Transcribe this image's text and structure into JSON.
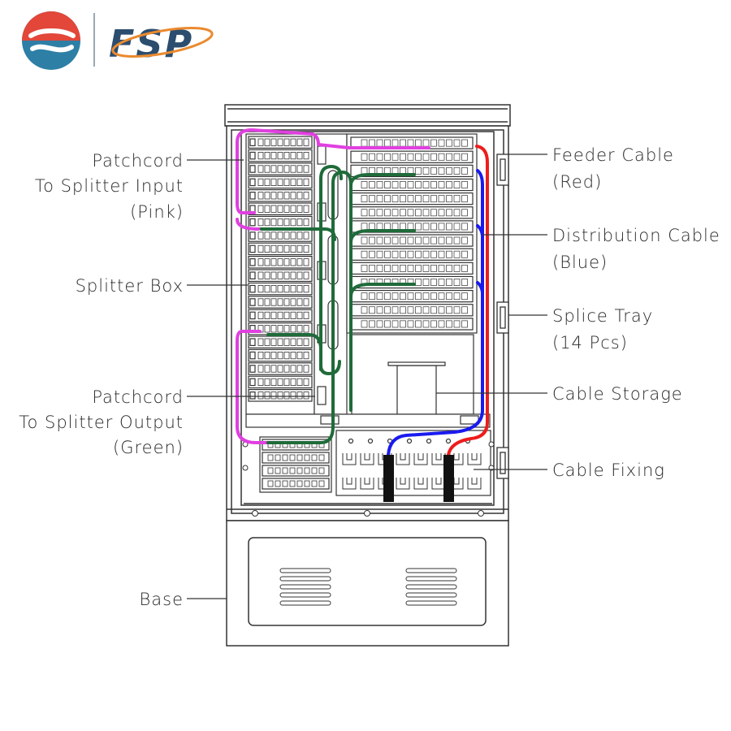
{
  "brand": {
    "name": "FSP",
    "colors": {
      "red": "#e2473a",
      "navy": "#2c4d6e",
      "teal": "#2d7fa6",
      "orange": "#ea8a2e"
    }
  },
  "diagram": {
    "labels": {
      "patchcord_input": [
        "Patchcord",
        "To Splitter Input",
        "(Pink)"
      ],
      "splitter_box": [
        "Splitter Box"
      ],
      "patchcord_output": [
        "Patchcord",
        "To Splitter Output",
        "(Green)"
      ],
      "base": [
        "Base"
      ],
      "feeder_cable": [
        "Feeder Cable",
        "(Red)"
      ],
      "distribution_cable": [
        "Distribution Cable",
        "(Blue)"
      ],
      "splice_tray": [
        "Splice Tray",
        "(14 Pcs)"
      ],
      "cable_storage": [
        "Cable Storage"
      ],
      "cable_fixing": [
        "Cable Fixing"
      ]
    },
    "colors": {
      "pink": "#e040e0",
      "green": "#1f6b3a",
      "red": "#ee1c1c",
      "blue": "#1a1aee",
      "line": "#333333",
      "fill": "#ffffff"
    },
    "counts": {
      "splice_trays": 14
    }
  }
}
